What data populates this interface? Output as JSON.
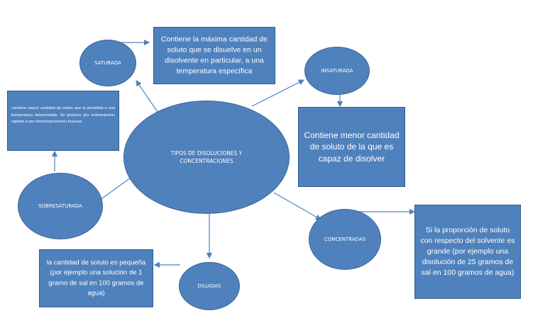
{
  "diagram": {
    "center": "TIPOS DE DISOLUCIONES Y CONCENTRACIONES",
    "nodes": {
      "saturada": {
        "label": "SATURADA",
        "description": "Contiene la máxima cantidad de soluto que se disuelve en un disolvente en particular, a una temperatura específica"
      },
      "insaturada": {
        "label": "INSATURADA",
        "description": "Contiene menor cantidad de soluto de la que es capaz de disolver"
      },
      "sobresaturada": {
        "label": "SOBRESATURADA",
        "description": "contiene mayor cantidad de soluto que la permitida a una temperatura determinada. Se produce por enfriamientos rápidos o por descompresiones bruscas."
      },
      "concentradas": {
        "label": "CONCENTRADAS",
        "description": "Si la proporción de soluto con respecto del solvente es grande (por ejemplo una disolución de 25 gramos de sal en 100 gramos de agua)"
      },
      "diluidas": {
        "label": "DILUIDAS",
        "description": "la cantidad de soluto es pequeña (por ejemplo una solución de 1 gramo de sal en 100 gramos de agua)"
      }
    }
  },
  "colors": {
    "fill": "#4f81bd",
    "stroke": "#3a6496",
    "text": "#ffffff"
  }
}
